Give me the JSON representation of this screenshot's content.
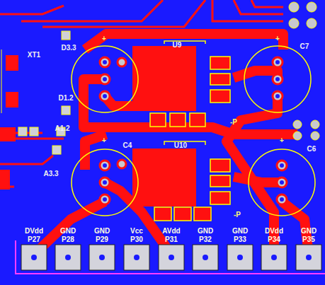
{
  "diagram": {
    "labels": [
      "D3.3",
      "XT1",
      "D1.2",
      "A1.2",
      "A3.3",
      "+",
      "+",
      "+",
      "+",
      "C4",
      "U9",
      "U10",
      "-P",
      "-P",
      "C7",
      "C6",
      "DVdd",
      "P27",
      "GND",
      "P28",
      "GND",
      "P29",
      "Vcc",
      "P30",
      "AVdd",
      "P31",
      "GND",
      "P32",
      "GND",
      "P33",
      "DVdd",
      "P34",
      "GND",
      "P35"
    ]
  }
}
